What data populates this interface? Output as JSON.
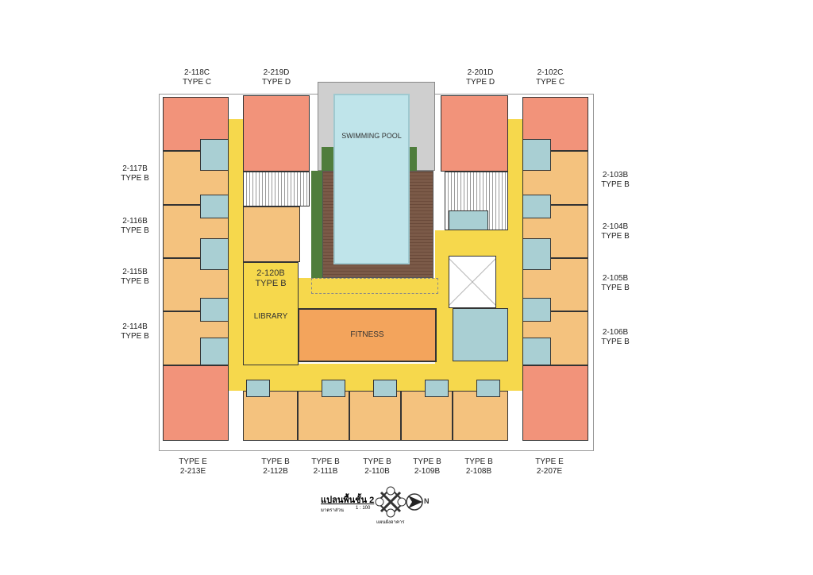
{
  "colors": {
    "unit_c_d_e": "#f2937a",
    "unit_b": "#f4c27e",
    "common": "#f6d84c",
    "pool": "#bfe4ea",
    "fitness": "#f3a45c",
    "deck": "#7b5a48",
    "garden": "#4f7d3c"
  },
  "top_labels": [
    {
      "unit": "2-118C",
      "type": "TYPE C"
    },
    {
      "unit": "2-219D",
      "type": "TYPE D"
    },
    {
      "unit": "2-201D",
      "type": "TYPE D"
    },
    {
      "unit": "2-102C",
      "type": "TYPE C"
    }
  ],
  "left_labels": [
    {
      "unit": "2-117B",
      "type": "TYPE B"
    },
    {
      "unit": "2-116B",
      "type": "TYPE B"
    },
    {
      "unit": "2-115B",
      "type": "TYPE B"
    },
    {
      "unit": "2-114B",
      "type": "TYPE B"
    }
  ],
  "right_labels": [
    {
      "unit": "2-103B",
      "type": "TYPE B"
    },
    {
      "unit": "2-104B",
      "type": "TYPE B"
    },
    {
      "unit": "2-105B",
      "type": "TYPE B"
    },
    {
      "unit": "2-106B",
      "type": "TYPE B"
    }
  ],
  "bottom_labels": [
    {
      "type": "TYPE E",
      "unit": "2-213E"
    },
    {
      "type": "TYPE B",
      "unit": "2-112B"
    },
    {
      "type": "TYPE B",
      "unit": "2-111B"
    },
    {
      "type": "TYPE B",
      "unit": "2-110B"
    },
    {
      "type": "TYPE B",
      "unit": "2-109B"
    },
    {
      "type": "TYPE B",
      "unit": "2-108B"
    },
    {
      "type": "TYPE E",
      "unit": "2-207E"
    }
  ],
  "rooms": {
    "pool": "SWIMMING POOL",
    "library_unit": "2-120B",
    "library_type": "TYPE B",
    "library": "LIBRARY",
    "fitness": "FITNESS"
  },
  "legend": {
    "title": "แปลนพื้นชั้น 2",
    "scale_label": "มาตราส่วน",
    "scale": "1 : 100",
    "key_plan": "แผนผังอาคาร",
    "north": "N"
  }
}
